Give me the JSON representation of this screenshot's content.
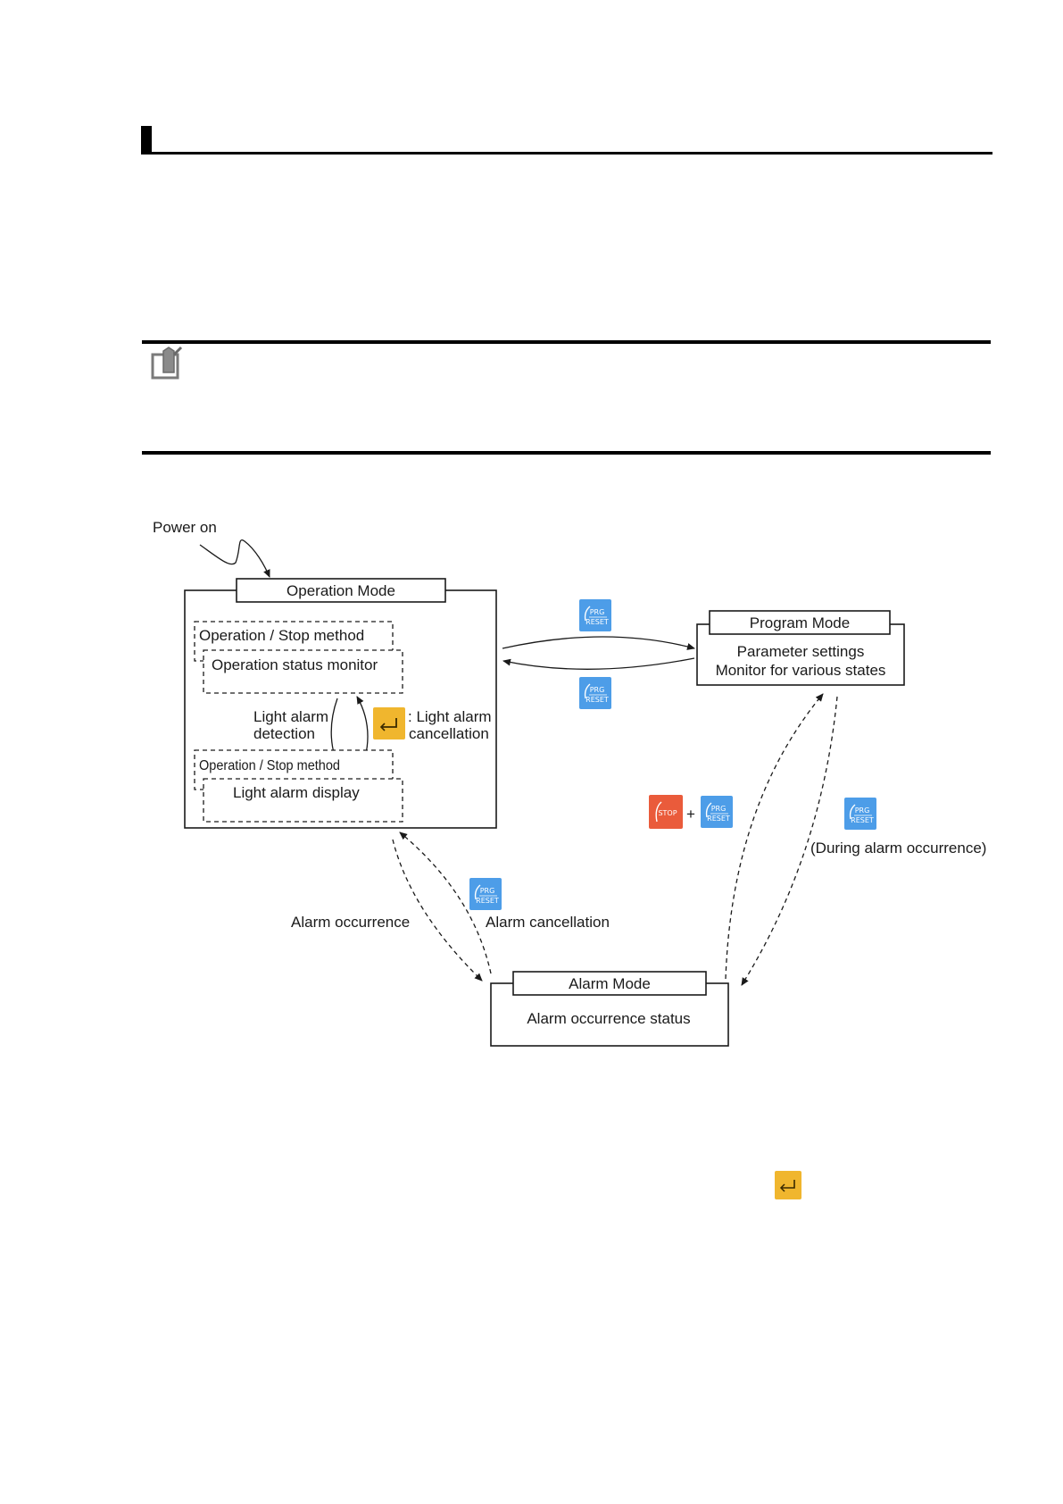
{
  "colors": {
    "prg_reset_key": "#4d9de8",
    "stop_key": "#ea5b3b",
    "enter_key": "#f0b62e"
  },
  "icons": {
    "note": "precaution-pencil-icon",
    "prg_reset": "prg-reset-key-icon",
    "stop": "stop-key-icon",
    "enter": "enter-key-icon"
  },
  "diagram": {
    "power_on": "Power on",
    "operation_mode": {
      "title": "Operation Mode",
      "stop_method_1": "Operation / Stop method",
      "status_monitor": "Operation status monitor",
      "light_alarm_detection_1": "Light alarm",
      "light_alarm_detection_2": "detection",
      "light_alarm_cancel_1": ": Light alarm",
      "light_alarm_cancel_2": "cancellation",
      "stop_method_2": "Operation / Stop method",
      "light_alarm_display": "Light alarm display"
    },
    "program_mode": {
      "title": "Program Mode",
      "line1": "Parameter settings",
      "line2": "Monitor for various states"
    },
    "alarm_mode": {
      "title": "Alarm Mode",
      "line1": "Alarm occurrence status"
    },
    "alarm_occurrence": "Alarm occurrence",
    "alarm_cancellation": "Alarm cancellation",
    "plus": "+",
    "during_alarm": "(During alarm occurrence)",
    "keys": {
      "prg": "PRG",
      "reset": "RESET",
      "stop": "STOP"
    }
  }
}
